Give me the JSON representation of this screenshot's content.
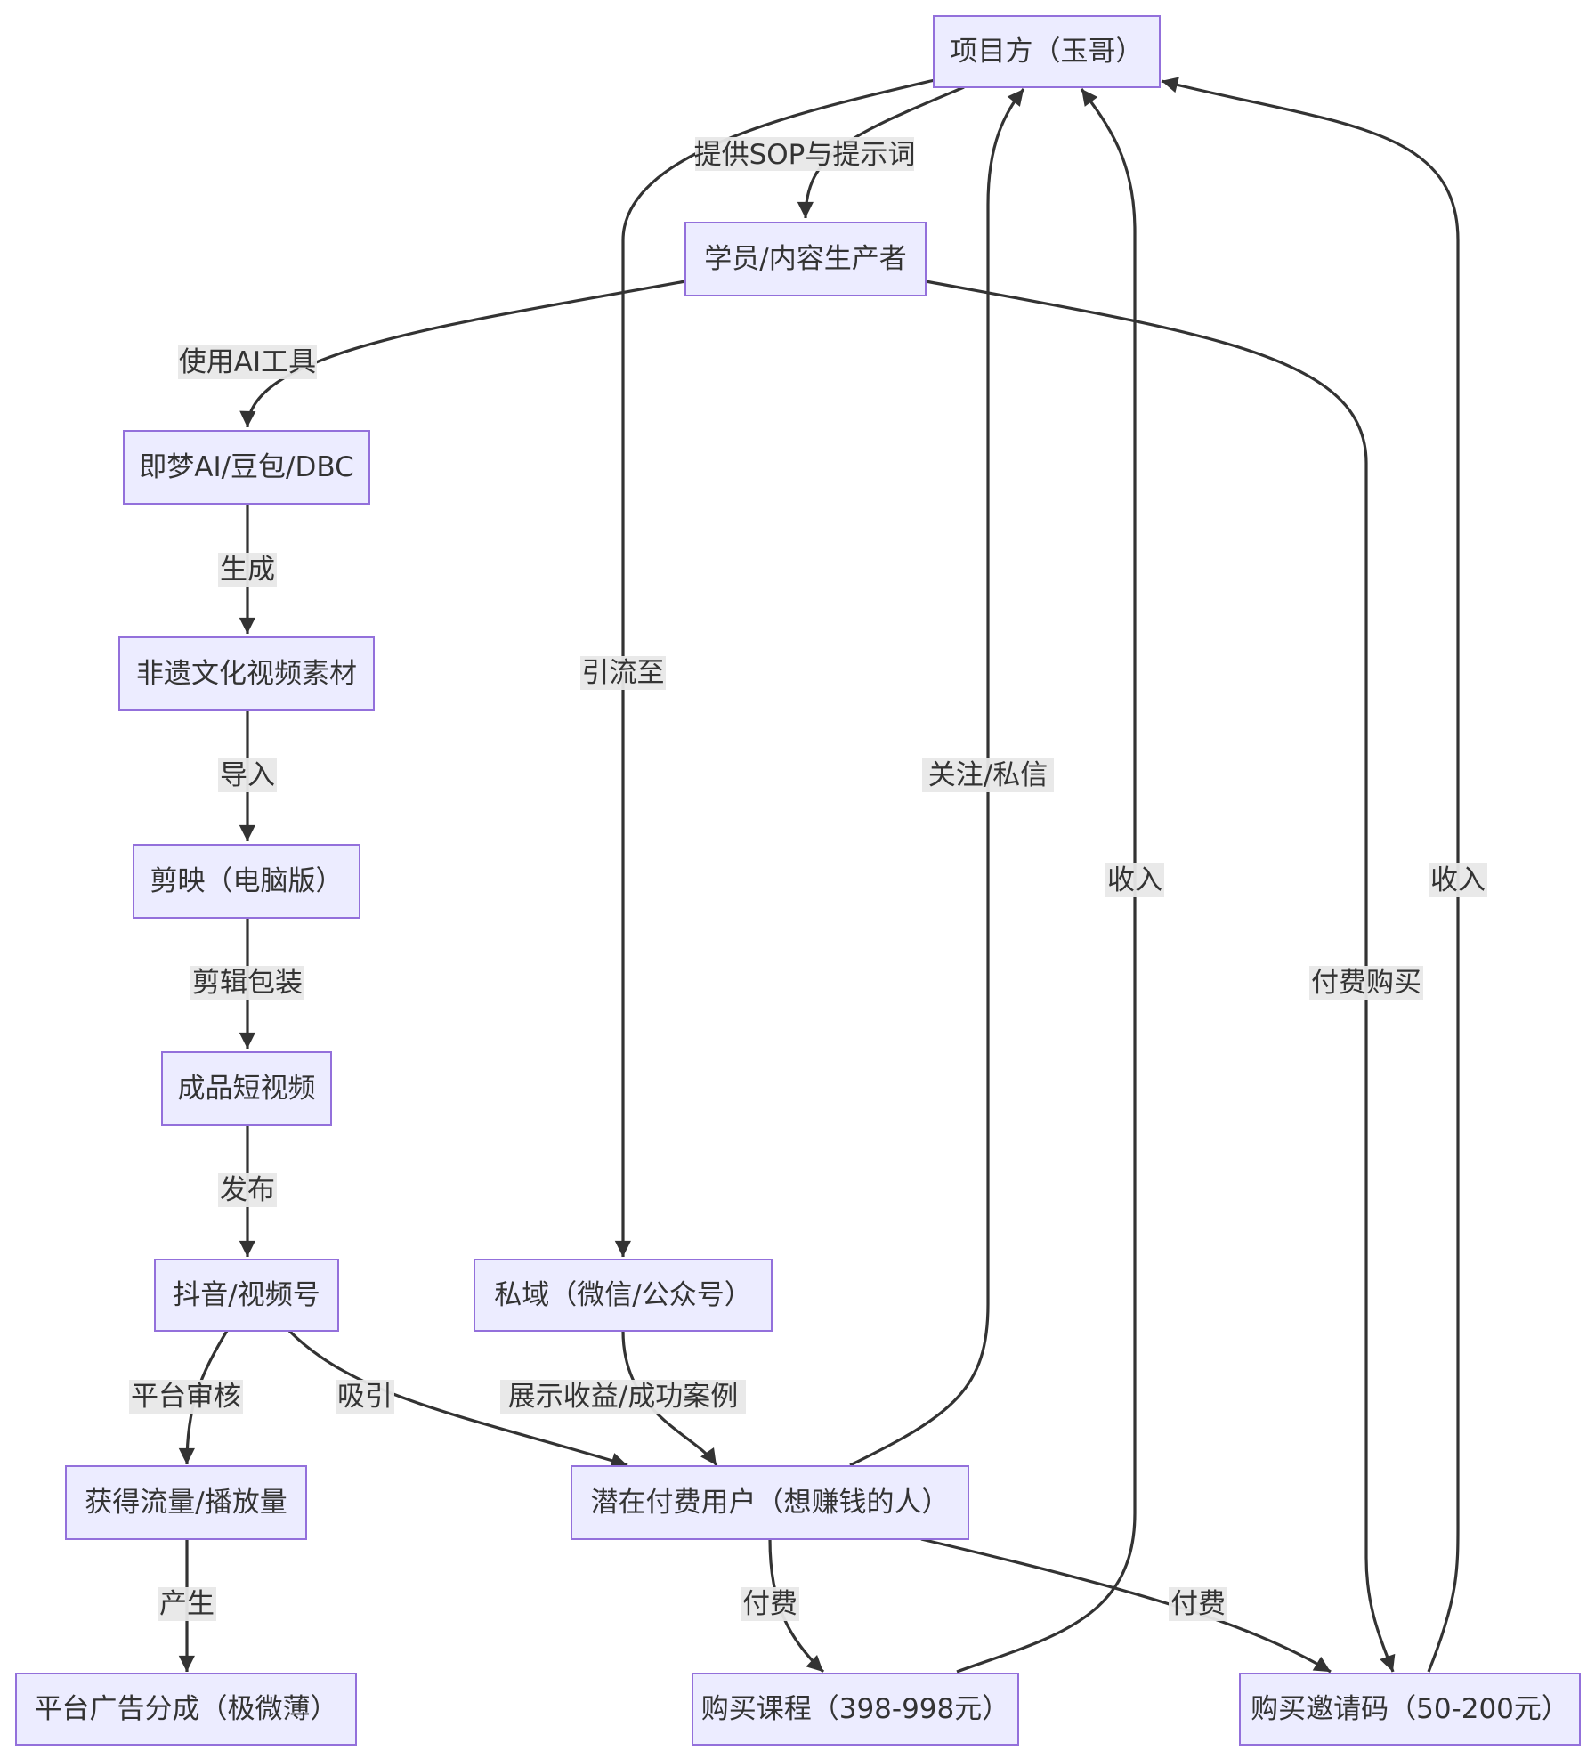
{
  "nodes": {
    "xiangmufang": "项目方（玉哥）",
    "xueyuan": "学员/内容生产者",
    "jimeng": "即梦AI/豆包/DBC",
    "feiyi": "非遗文化视频素材",
    "jianying": "剪映（电脑版）",
    "chengpin": "成品短视频",
    "douyin": "抖音/视频号",
    "siyu": "私域（微信/公众号）",
    "liuliang": "获得流量/播放量",
    "qianzai": "潜在付费用户（想赚钱的人）",
    "guanggao": "平台广告分成（极微薄）",
    "kecheng": "购买课程（398-998元）",
    "yaoqingma": "购买邀请码（50-200元）"
  },
  "edges": {
    "provide_sop": "提供SOP与提示词",
    "yinliu": "引流至",
    "use_ai": "使用AI工具",
    "generate": "生成",
    "import": "导入",
    "edit": "剪辑包装",
    "publish": "发布",
    "review": "平台审核",
    "attract": "吸引",
    "showcase": "展示收益/成功案例",
    "follow": "关注/私信",
    "income1": "收入",
    "income2": "收入",
    "pay_purchase": "付费购买",
    "produce": "产生",
    "pay1": "付费",
    "pay2": "付费"
  },
  "colors": {
    "node_fill": "#ececff",
    "node_stroke": "#9370db",
    "edge": "#333333",
    "label_bg": "#e8e8e8"
  }
}
